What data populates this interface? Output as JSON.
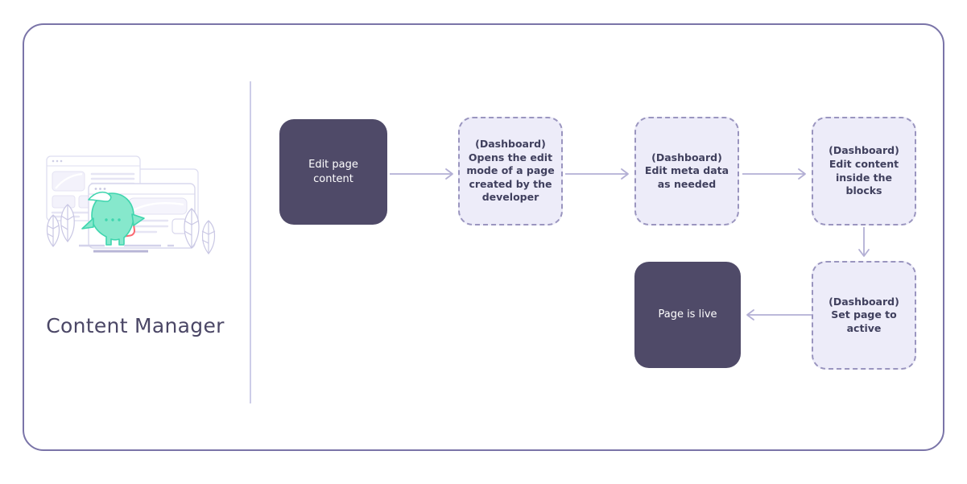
{
  "page": {
    "background_color": "#ffffff",
    "card_border_color": "#7a74a8"
  },
  "left_panel": {
    "title": "Content Manager",
    "illustration": {
      "name": "content-manager-illustration",
      "mascot_color": "#7fe6c8",
      "accent_card_color": "#fa6a72",
      "line_color": "#cdcde8"
    }
  },
  "divider": {
    "color": "#cdcde8"
  },
  "flow": {
    "node_colors": {
      "solid_fill": "#4f4a68",
      "solid_text": "#ffffff",
      "dashed_fill": "#edecf9",
      "dashed_border": "#9a95bf",
      "dashed_text": "#40405e",
      "arrow": "#b3afd4"
    },
    "nodes": [
      {
        "id": "edit-page-content",
        "label": "Edit page\ncontent",
        "style": "solid"
      },
      {
        "id": "opens-edit-mode",
        "label": "(Dashboard)\nOpens the edit\nmode of a page\ncreated by the\ndeveloper",
        "style": "dashed"
      },
      {
        "id": "edit-meta-data",
        "label": "(Dashboard)\nEdit meta data\nas needed",
        "style": "dashed"
      },
      {
        "id": "edit-content-blocks",
        "label": "(Dashboard)\nEdit content\ninside the\nblocks",
        "style": "dashed"
      },
      {
        "id": "set-page-active",
        "label": "(Dashboard)\nSet page to\nactive",
        "style": "dashed"
      },
      {
        "id": "page-is-live",
        "label": "Page is live",
        "style": "solid"
      }
    ],
    "arrows": [
      {
        "id": "arrow-1",
        "from": "edit-page-content",
        "to": "opens-edit-mode",
        "direction": "right"
      },
      {
        "id": "arrow-2",
        "from": "opens-edit-mode",
        "to": "edit-meta-data",
        "direction": "right"
      },
      {
        "id": "arrow-3",
        "from": "edit-meta-data",
        "to": "edit-content-blocks",
        "direction": "right"
      },
      {
        "id": "arrow-4",
        "from": "edit-content-blocks",
        "to": "set-page-active",
        "direction": "down"
      },
      {
        "id": "arrow-5",
        "from": "set-page-active",
        "to": "page-is-live",
        "direction": "left"
      }
    ]
  }
}
